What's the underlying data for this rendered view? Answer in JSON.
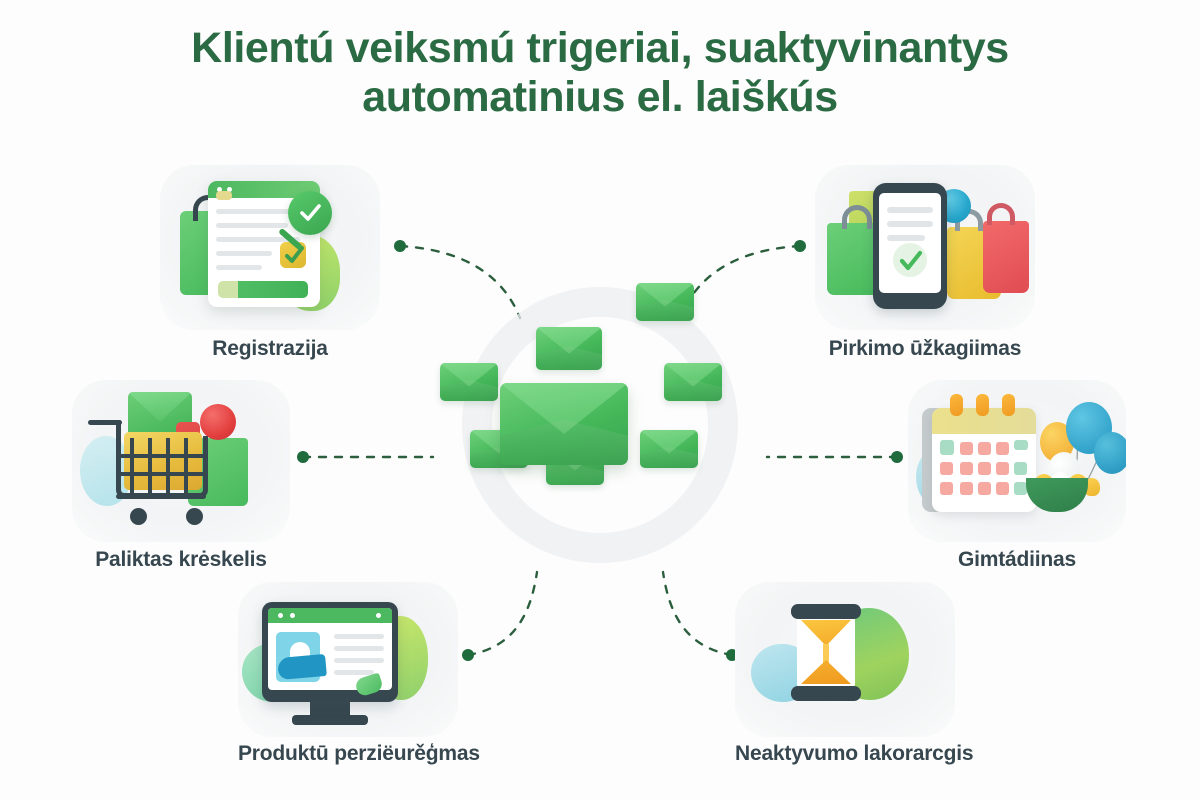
{
  "page": {
    "background_color": "#fdfdfd",
    "title_color": "#2b6b44",
    "label_color": "#37474f",
    "accent_green": "#45b85a",
    "connector_color": "#2b5e3d"
  },
  "title": {
    "line1": "Klientú veiksmú trigeriai, suaktyvinantys",
    "line2": "automatinius el. laiškús"
  },
  "center": {
    "name": "email-hub",
    "envelope_count": 9
  },
  "nodes": [
    {
      "id": "registration",
      "label": "Registrazija",
      "icon": "registration-form-icon",
      "position": "top-left"
    },
    {
      "id": "purchase-completed",
      "label": "Pirkimo ūžkagiimas",
      "icon": "phone-checkout-icon",
      "position": "top-right"
    },
    {
      "id": "abandoned-cart",
      "label": "Paliktas krėskelis",
      "icon": "shopping-cart-icon",
      "position": "mid-left"
    },
    {
      "id": "birthday",
      "label": "Gimtádiinas",
      "icon": "calendar-balloons-icon",
      "position": "mid-right"
    },
    {
      "id": "product-browsing",
      "label": "Produktū perziëurěģmas",
      "icon": "monitor-product-icon",
      "position": "bottom-left"
    },
    {
      "id": "inactivity",
      "label": "Neaktyvumo lakorarcgis",
      "icon": "hourglass-icon",
      "position": "bottom-right"
    }
  ]
}
